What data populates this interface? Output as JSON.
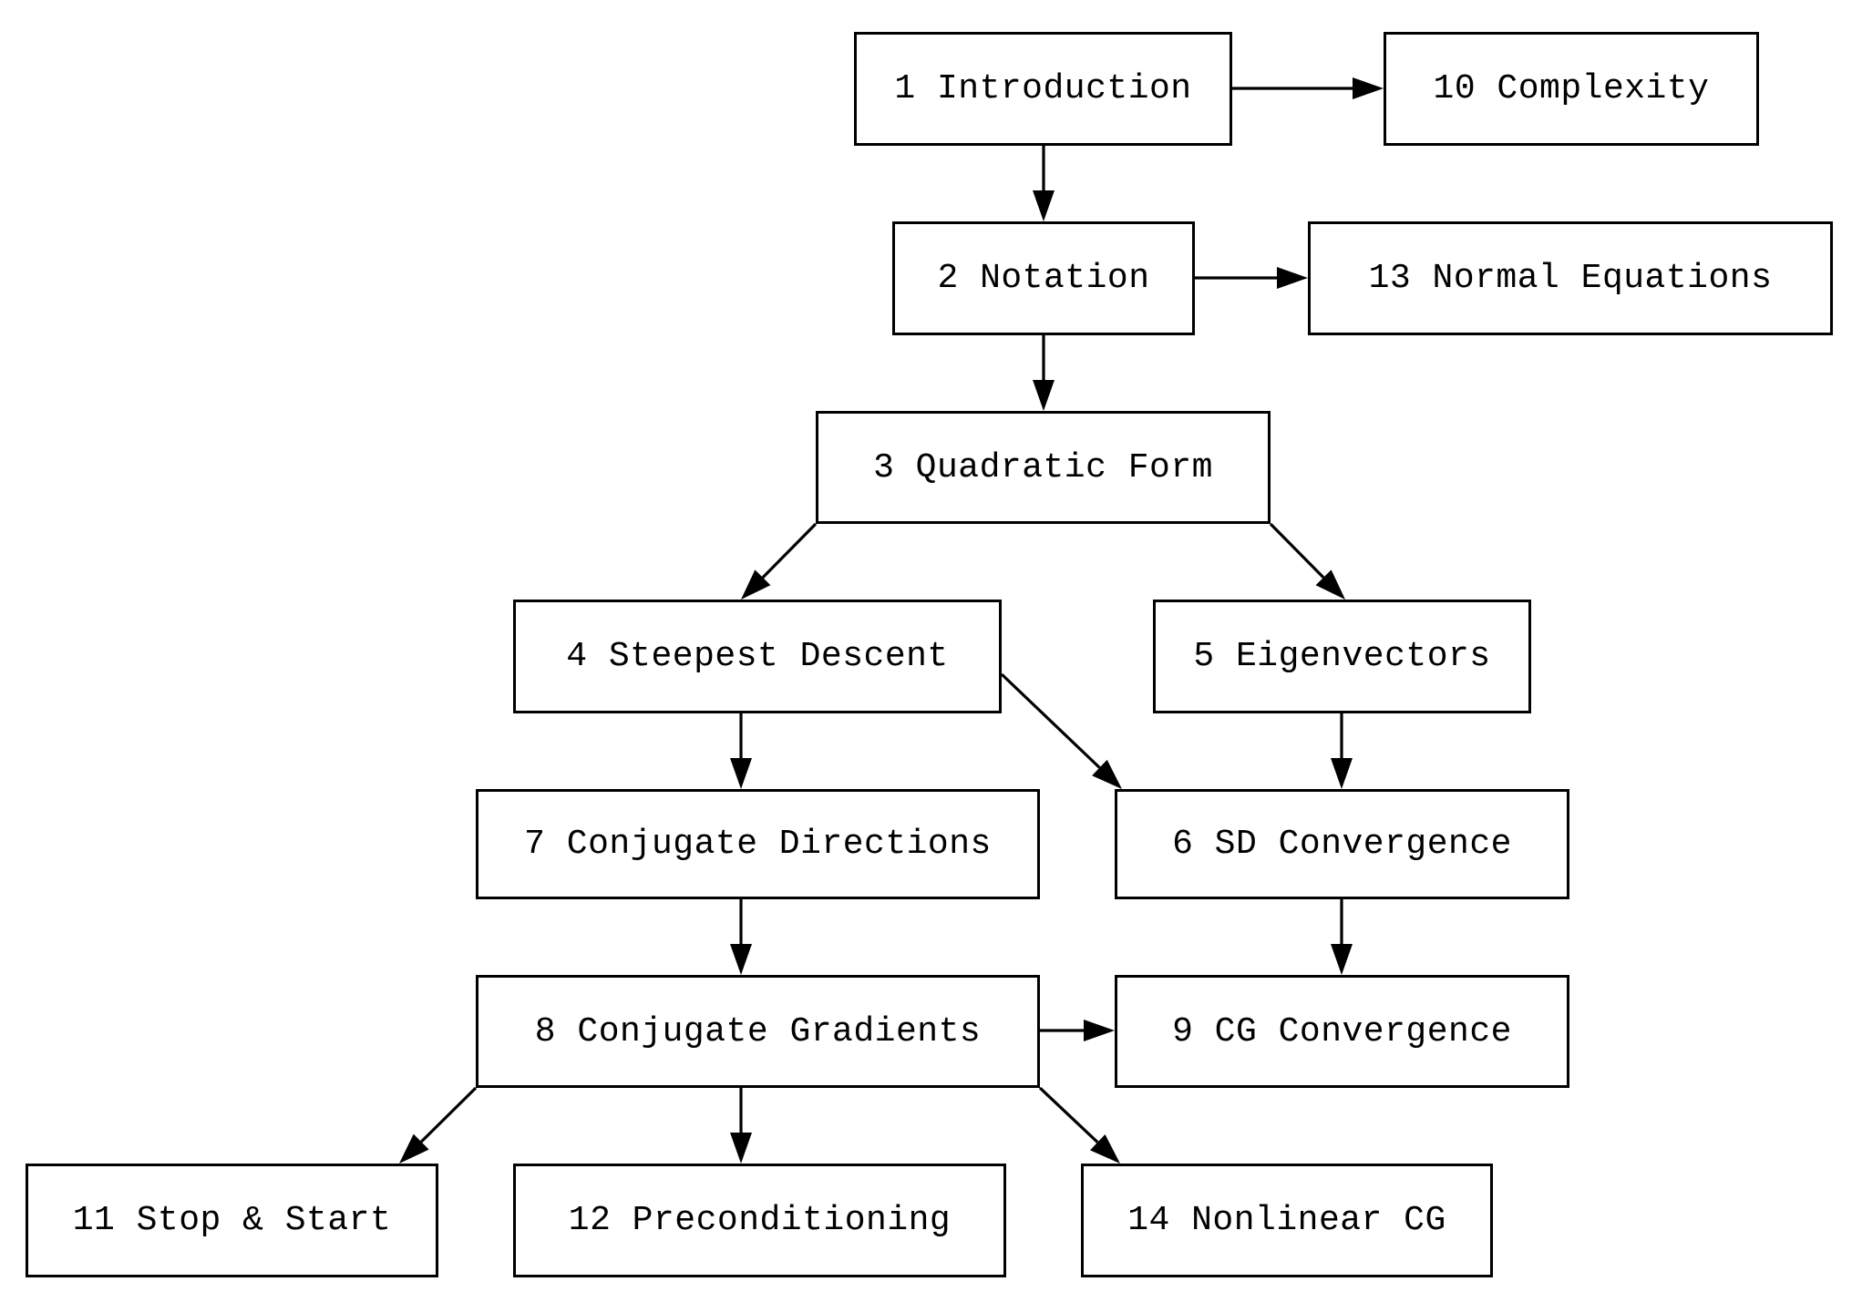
{
  "diagram": {
    "nodes": [
      {
        "id": "n1",
        "label": "1 Introduction"
      },
      {
        "id": "n10",
        "label": "10 Complexity"
      },
      {
        "id": "n2",
        "label": "2 Notation"
      },
      {
        "id": "n13",
        "label": "13 Normal Equations"
      },
      {
        "id": "n3",
        "label": "3 Quadratic Form"
      },
      {
        "id": "n4",
        "label": "4 Steepest Descent"
      },
      {
        "id": "n5",
        "label": "5 Eigenvectors"
      },
      {
        "id": "n7",
        "label": "7 Conjugate Directions"
      },
      {
        "id": "n6",
        "label": "6 SD Convergence"
      },
      {
        "id": "n8",
        "label": "8 Conjugate Gradients"
      },
      {
        "id": "n9",
        "label": "9 CG Convergence"
      },
      {
        "id": "n11",
        "label": "11 Stop & Start"
      },
      {
        "id": "n12",
        "label": "12 Preconditioning"
      },
      {
        "id": "n14",
        "label": "14 Nonlinear CG"
      }
    ],
    "edges": [
      {
        "from": "n1",
        "to": "n10"
      },
      {
        "from": "n1",
        "to": "n2"
      },
      {
        "from": "n2",
        "to": "n13"
      },
      {
        "from": "n2",
        "to": "n3"
      },
      {
        "from": "n3",
        "to": "n4"
      },
      {
        "from": "n3",
        "to": "n5"
      },
      {
        "from": "n4",
        "to": "n7"
      },
      {
        "from": "n4",
        "to": "n6"
      },
      {
        "from": "n5",
        "to": "n6"
      },
      {
        "from": "n7",
        "to": "n8"
      },
      {
        "from": "n6",
        "to": "n9"
      },
      {
        "from": "n8",
        "to": "n9"
      },
      {
        "from": "n8",
        "to": "n11"
      },
      {
        "from": "n8",
        "to": "n12"
      },
      {
        "from": "n8",
        "to": "n14"
      }
    ]
  }
}
